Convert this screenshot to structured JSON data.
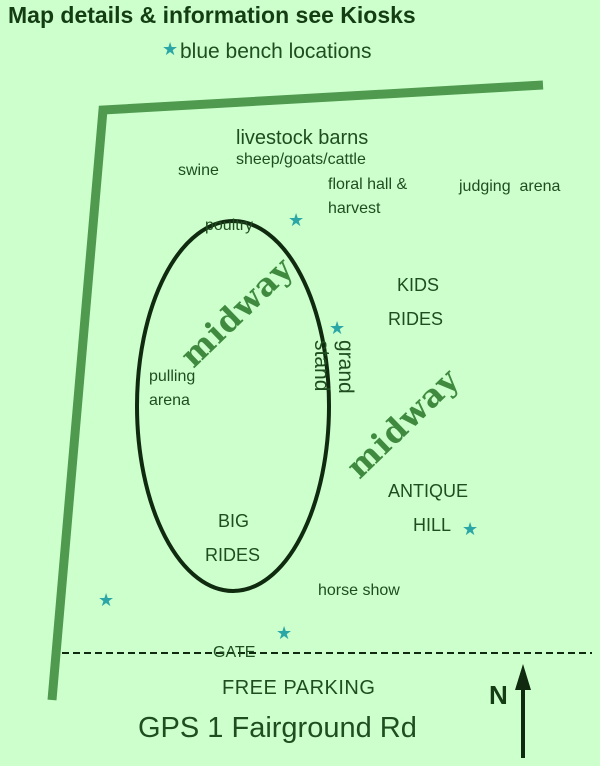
{
  "header": {
    "title": "Map details & information see Kiosks",
    "legend_label": "blue bench locations"
  },
  "areas": {
    "livestock_barns": "livestock barns",
    "sheep_goats_cattle": "sheep/goats/cattle",
    "swine": "swine",
    "floral_hall_line1": "floral hall &",
    "floral_hall_line2": "harvest",
    "judging_arena": "judging  arena",
    "poultry": "poultry",
    "kids_rides_line1": "KIDS",
    "kids_rides_line2": "RIDES",
    "midway_left": "midway",
    "midway_right": "midway",
    "grand_stand_line1": "grand",
    "grand_stand_line2": "stand",
    "pulling_arena_line1": "pulling",
    "pulling_arena_line2": "arena",
    "antique_hill_line1": "ANTIQUE",
    "antique_hill_line2": "HILL",
    "big_rides_line1": "BIG",
    "big_rides_line2": "RIDES",
    "horse_show": "horse show",
    "gate": "GATE"
  },
  "footer": {
    "free_parking": "FREE PARKING",
    "gps": "GPS 1 Fairground Rd",
    "north_letter": "N"
  },
  "icons": {
    "bench": "star-icon",
    "north_arrow": "arrow-up-icon"
  },
  "colors": {
    "background": "#ccffcc",
    "fence": "#4f9a4f",
    "track": "#0f2a0f",
    "bench_star": "#2aa6a6",
    "midway_text": "#3f8a3f"
  }
}
